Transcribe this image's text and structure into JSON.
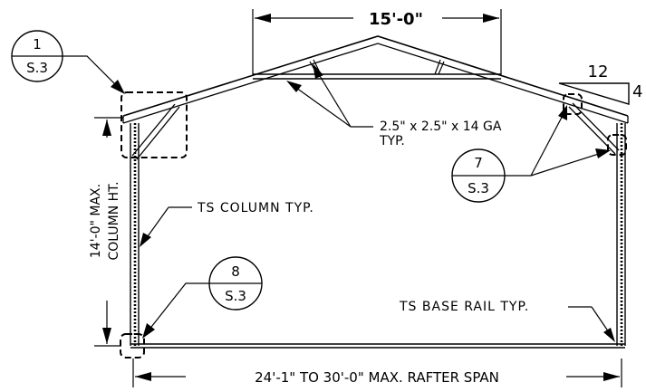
{
  "dimensions": {
    "truss_span": "15'-0\"",
    "rafter_span": "24'-1\" TO 30'-0\" MAX. RAFTER SPAN",
    "column_height_line1": "14'-0\" MAX.",
    "column_height_line2": "COLUMN HT."
  },
  "slope": {
    "rise": "4",
    "run": "12"
  },
  "notes": {
    "brace_line1": "2.5\" x 2.5\" x 14 GA",
    "brace_line2": "TYP.",
    "column": "TS COLUMN TYP.",
    "base_rail": "TS BASE RAIL TYP."
  },
  "callouts": [
    {
      "number": "1",
      "sheet": "S.3"
    },
    {
      "number": "7",
      "sheet": "S.3"
    },
    {
      "number": "8",
      "sheet": "S.3"
    }
  ]
}
